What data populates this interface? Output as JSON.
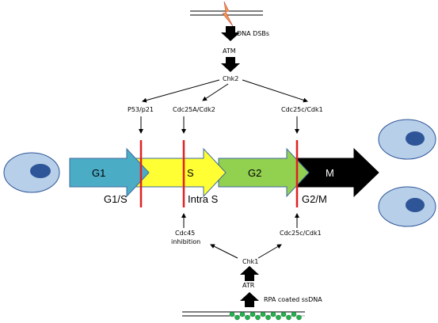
{
  "diagram": {
    "top": {
      "dna_label": "DNA DSBs",
      "atm_label": "ATM",
      "chk2_label": "Chk2",
      "targets": [
        "P53/p21",
        "Cdc25A/Cdk2",
        "Cdc25c/Cdk1"
      ]
    },
    "phases": [
      "G1",
      "S",
      "G2",
      "M"
    ],
    "checkpoints": [
      "G1/S",
      "Intra S",
      "G2/M"
    ],
    "bottom": {
      "cdc45_line1": "Cdc45",
      "cdc45_line2": "inhibition",
      "cdc25c_label": "Cdc25c/Cdk1",
      "chk1_label": "Chk1",
      "atr_label": "ATR",
      "rpa_label": "RPA coated ssDNA"
    },
    "colors": {
      "g1": "#4bacc6",
      "s": "#ffff33",
      "g2": "#92d050",
      "m": "#000000",
      "checkpoint_line": "#e02020",
      "cell": "#b7cfe9",
      "nucleus": "#2e5597",
      "lightning": "#f79646",
      "rpa": "#22b14c"
    }
  }
}
